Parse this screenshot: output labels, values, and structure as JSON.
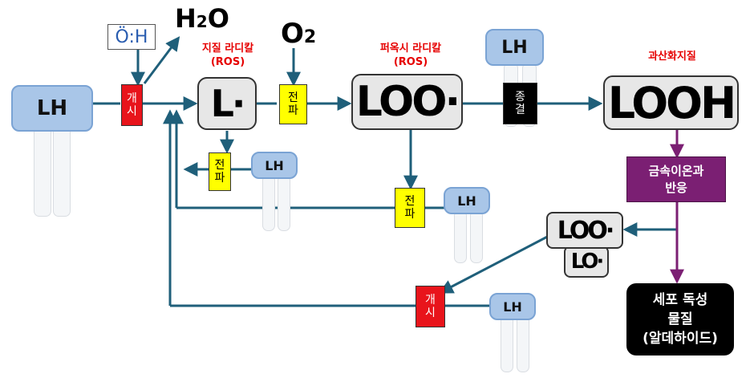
{
  "lh": "LH",
  "oh": {
    "label": "Ö:H",
    "dots": ":"
  },
  "water": {
    "main": "H",
    "sub": "2",
    "tail": "O"
  },
  "oxygen": {
    "main": "O",
    "sub": "2"
  },
  "lipid_radical": {
    "label": "지질 라디칼",
    "ros": "(ROS)",
    "symbol": "L·"
  },
  "peroxyl_radical": {
    "label": "퍼옥시 라디칼",
    "ros": "(ROS)",
    "symbol": "LOO·"
  },
  "peroxide": {
    "label": "과산화지질",
    "symbol": "LOOH"
  },
  "initiation": {
    "line1": "개",
    "line2": "시"
  },
  "propagation": {
    "line1": "전",
    "line2": "파"
  },
  "termination": {
    "line1": "종",
    "line2": "결"
  },
  "metal": {
    "line1": "금속이온과",
    "line2": "반응"
  },
  "secondary": {
    "loo": "LOO·",
    "lo": "LO·"
  },
  "toxic": {
    "line1": "세포 독성",
    "line2": "물질",
    "line3": "(알데하이드)"
  },
  "colors": {
    "arrow": "#1f5f7a",
    "purple_arrow": "#7b1f73",
    "lh_fill": "#a9c6e8"
  }
}
